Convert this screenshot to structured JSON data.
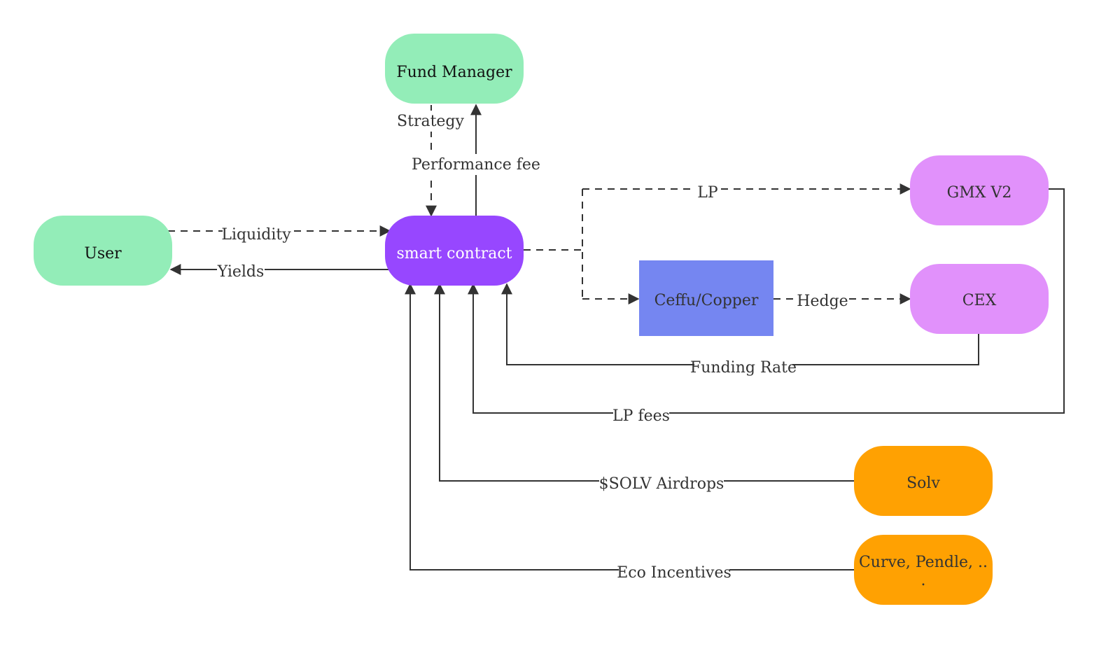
{
  "nodes": {
    "fund_manager": {
      "label": "Fund Manager",
      "fill": "#93EDB8",
      "text_color": "#111111"
    },
    "user": {
      "label": "User",
      "fill": "#93EDB8",
      "text_color": "#111111"
    },
    "smart_contract": {
      "label": "smart contract",
      "fill": "#9747FF",
      "text_color": "#ffffff"
    },
    "gmx_v2": {
      "label": "GMX V2",
      "fill": "#E191FB",
      "text_color": "#333333"
    },
    "ceffu_copper": {
      "label": "Ceffu/Copper",
      "fill": "#7586F1",
      "text_color": "#333333"
    },
    "cex": {
      "label": "CEX",
      "fill": "#E191FB",
      "text_color": "#333333"
    },
    "solv": {
      "label": "Solv",
      "fill": "#FFA102",
      "text_color": "#333333"
    },
    "curve_pendle": {
      "label": "Curve, Pendle, ..",
      "label_line2": ".",
      "fill": "#FFA102",
      "text_color": "#333333"
    }
  },
  "edges": {
    "strategy": "Strategy",
    "performance_fee": "Performance fee",
    "liquidity": "Liquidity",
    "yields": "Yields",
    "lp": "LP",
    "hedge": "Hedge",
    "funding_rate": "Funding Rate",
    "lp_fees": "LP fees",
    "solv_airdrops": "$SOLV Airdrops",
    "eco_incentives": "Eco Incentives"
  },
  "colors": {
    "line": "#333333"
  }
}
